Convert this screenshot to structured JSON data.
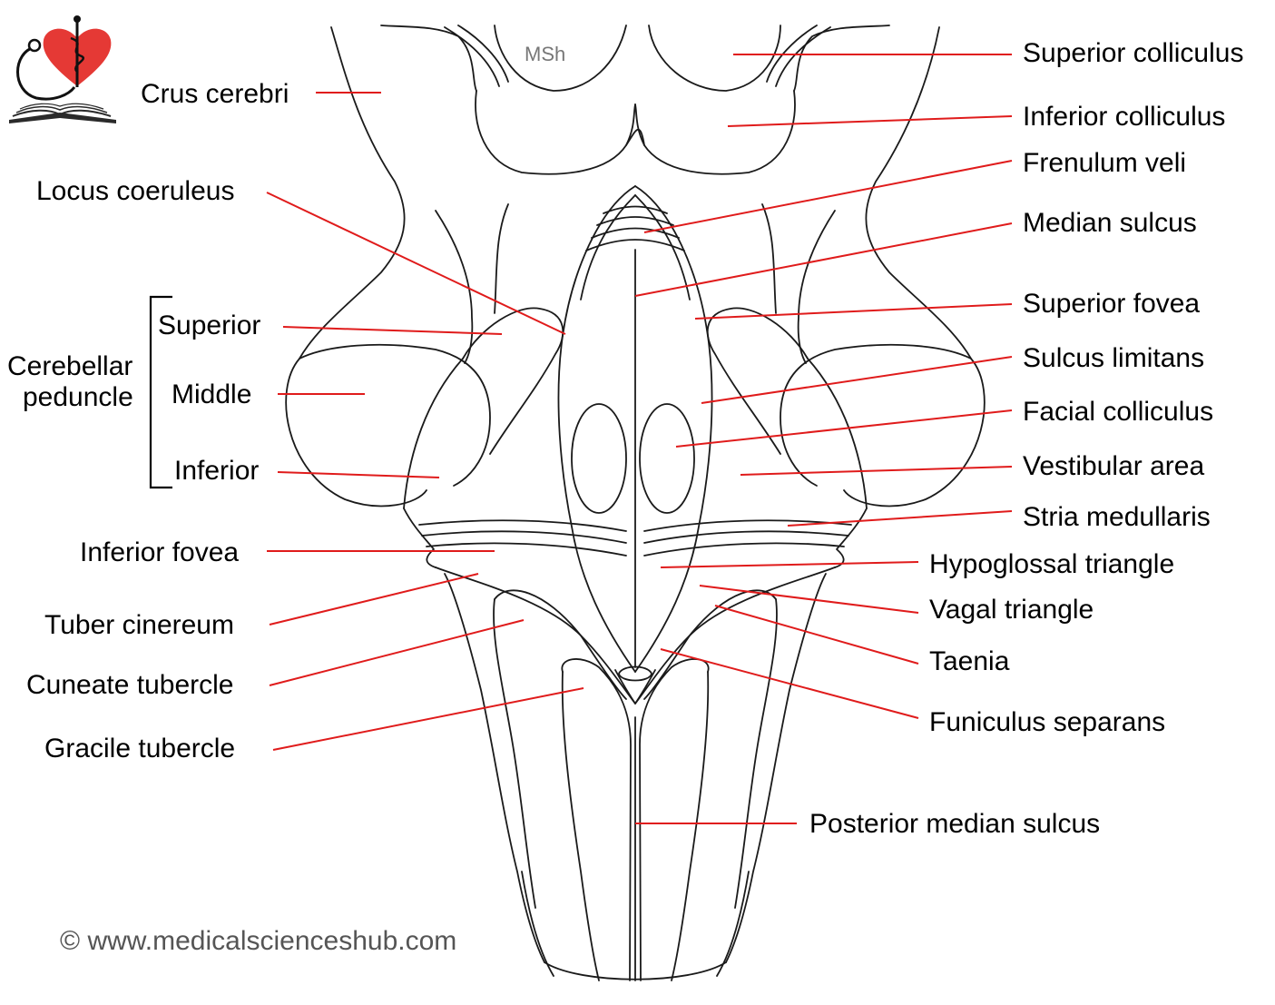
{
  "watermark": "MSh",
  "footer": "© www.medicalscienceshub.com",
  "colors": {
    "leader": "#e01b1b",
    "outline": "#1a1a1a",
    "logo_heart": "#e53935"
  },
  "logo": {
    "icon": "heart-caduceus-stethoscope-book-icon"
  },
  "group": {
    "line1": "Cerebellar",
    "line2": "peduncle"
  },
  "labels": {
    "crus_cerebri": "Crus cerebri",
    "locus_coeruleus": "Locus coeruleus",
    "superior": "Superior",
    "middle": "Middle",
    "inferior": "Inferior",
    "inferior_fovea": "Inferior fovea",
    "tuber_cinereum": "Tuber cinereum",
    "cuneate_tubercle": "Cuneate tubercle",
    "gracile_tubercle": "Gracile tubercle",
    "superior_colliculus": "Superior colliculus",
    "inferior_colliculus": "Inferior colliculus",
    "frenulum_veli": "Frenulum veli",
    "median_sulcus": "Median sulcus",
    "superior_fovea": "Superior fovea",
    "sulcus_limitans": "Sulcus limitans",
    "facial_colliculus": "Facial colliculus",
    "vestibular_area": "Vestibular area",
    "stria_medullaris": "Stria medullaris",
    "hypoglossal_triangle": "Hypoglossal triangle",
    "vagal_triangle": "Vagal triangle",
    "taenia": "Taenia",
    "funiculus_separans": "Funiculus separans",
    "posterior_median_sulcus": "Posterior median sulcus"
  }
}
